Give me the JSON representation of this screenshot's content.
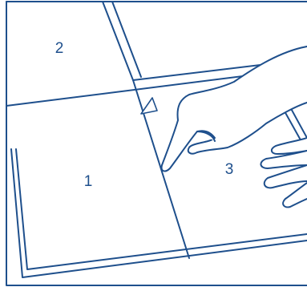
{
  "colors": {
    "line": "#1e4f8c",
    "background": "#ffffff"
  },
  "panels": [
    {
      "key": "panel-1",
      "label": "1"
    },
    {
      "key": "panel-2",
      "label": "2"
    },
    {
      "key": "panel-3",
      "label": "3"
    }
  ],
  "markers": {
    "triangle_icon": "warning-triangle"
  }
}
